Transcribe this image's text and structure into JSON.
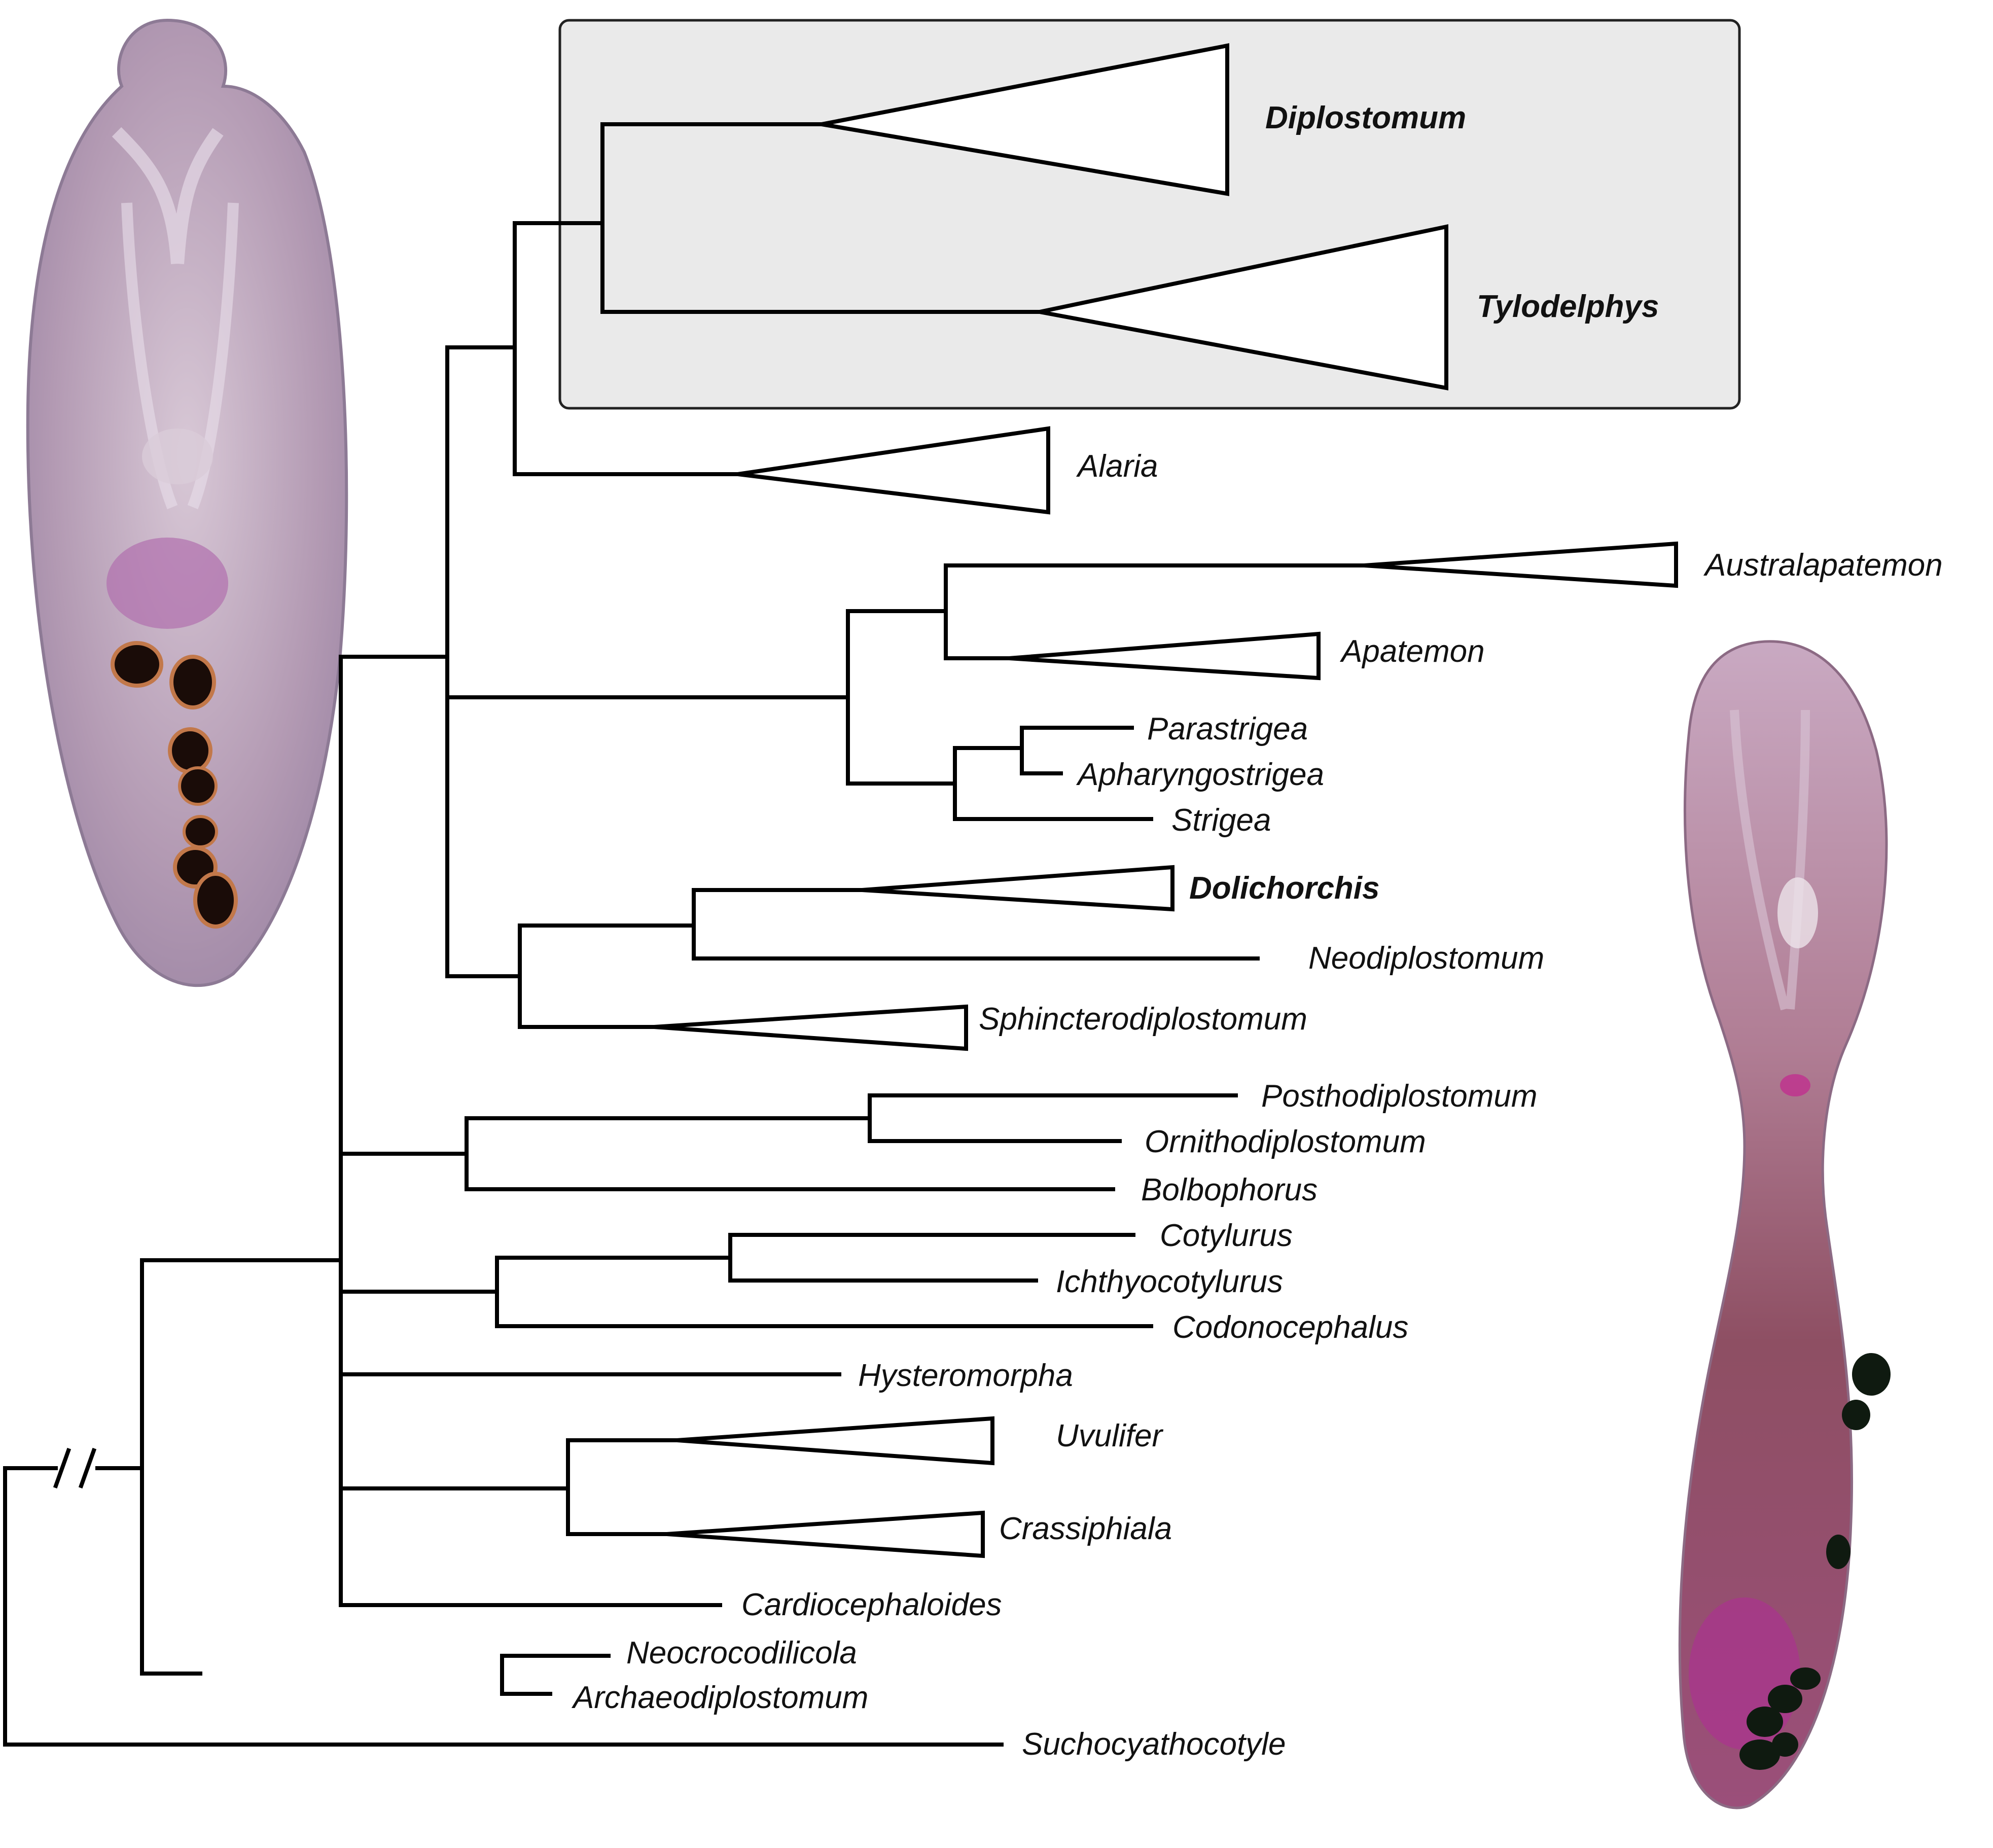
{
  "figure": {
    "highlight_box": {
      "fill": "#eaeaea",
      "stroke": "#222222"
    },
    "specimen_left": {
      "name": "specimen-micrograph-left",
      "tint": "#b89ab4"
    },
    "specimen_right": {
      "name": "specimen-micrograph-right",
      "tint": "#a0607a"
    },
    "taxa": [
      {
        "id": "diplostomum",
        "label": "Diplostomum",
        "bold": true,
        "collapsed": true,
        "highlighted": true
      },
      {
        "id": "tylodelphys",
        "label": "Tylodelphys",
        "bold": true,
        "collapsed": true,
        "highlighted": true
      },
      {
        "id": "alaria",
        "label": "Alaria",
        "bold": false,
        "collapsed": true
      },
      {
        "id": "australapatemon",
        "label": "Australapatemon",
        "bold": false,
        "collapsed": true
      },
      {
        "id": "apatemon",
        "label": "Apatemon",
        "bold": false,
        "collapsed": true
      },
      {
        "id": "parastrigea",
        "label": "Parastrigea",
        "bold": false,
        "collapsed": false
      },
      {
        "id": "apharyngostrigea",
        "label": "Apharyngostrigea",
        "bold": false,
        "collapsed": false
      },
      {
        "id": "strigea",
        "label": "Strigea",
        "bold": false,
        "collapsed": false
      },
      {
        "id": "dolichorchis",
        "label": "Dolichorchis",
        "bold": true,
        "collapsed": true
      },
      {
        "id": "neodiplostomum",
        "label": "Neodiplostomum",
        "bold": false,
        "collapsed": false
      },
      {
        "id": "sphincterodiplostomum",
        "label": "Sphincterodiplostomum",
        "bold": false,
        "collapsed": true
      },
      {
        "id": "posthodiplostomum",
        "label": "Posthodiplostomum",
        "bold": false,
        "collapsed": false
      },
      {
        "id": "ornithodiplostomum",
        "label": "Ornithodiplostomum",
        "bold": false,
        "collapsed": false
      },
      {
        "id": "bolbophorus",
        "label": "Bolbophorus",
        "bold": false,
        "collapsed": false
      },
      {
        "id": "cotylurus",
        "label": "Cotylurus",
        "bold": false,
        "collapsed": false
      },
      {
        "id": "ichthyocotylurus",
        "label": "Ichthyocotylurus",
        "bold": false,
        "collapsed": false
      },
      {
        "id": "codonocephalus",
        "label": "Codonocephalus",
        "bold": false,
        "collapsed": false
      },
      {
        "id": "hysteromorpha",
        "label": "Hysteromorpha",
        "bold": false,
        "collapsed": false
      },
      {
        "id": "uvulifer",
        "label": "Uvulifer",
        "bold": false,
        "collapsed": true
      },
      {
        "id": "crassiphiala",
        "label": "Crassiphiala",
        "bold": false,
        "collapsed": true
      },
      {
        "id": "cardiocephaloides",
        "label": "Cardiocephaloides",
        "bold": false,
        "collapsed": false
      },
      {
        "id": "neocrocodilicola",
        "label": "Neocrocodilicola",
        "bold": false,
        "collapsed": false
      },
      {
        "id": "archaeodiplostomum",
        "label": "Archaeodiplostomum",
        "bold": false,
        "collapsed": false
      },
      {
        "id": "suchocyathocotyle",
        "label": "Suchocyathocotyle",
        "bold": false,
        "collapsed": false
      }
    ]
  }
}
